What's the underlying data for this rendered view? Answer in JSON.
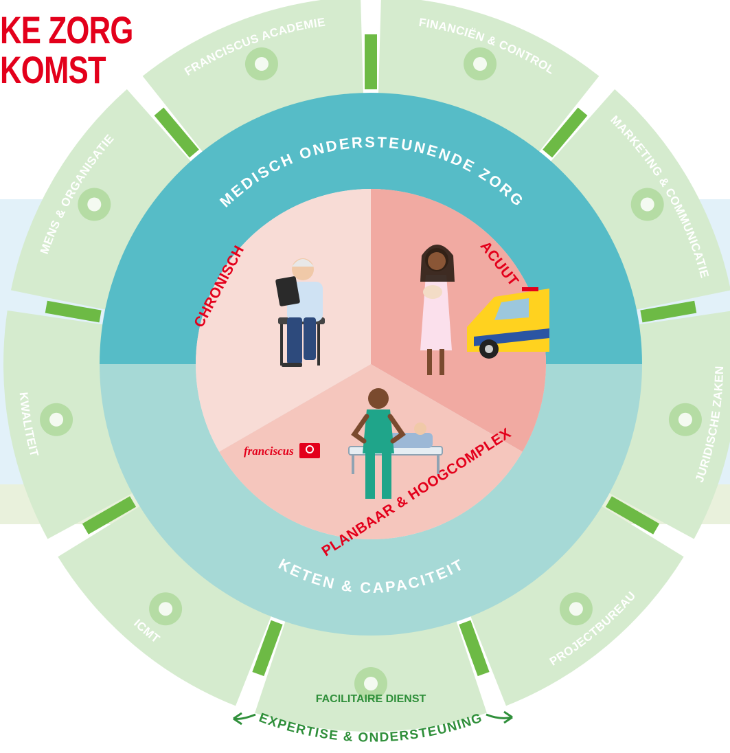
{
  "title": {
    "line1": "KE ZORG",
    "line2": "KOMST"
  },
  "segments": [
    {
      "id": "franciscus-academie",
      "label": "FRANCISCUS ACADEMIE",
      "icon": "graduation-cap-icon"
    },
    {
      "id": "financien-control",
      "label": "FINANCIËN & CONTROL",
      "icon": "finance-chart-icon"
    },
    {
      "id": "marketing-communicatie",
      "label": "MARKETING & COMMUNICATIE",
      "icon": "megaphone-icon"
    },
    {
      "id": "juridische-zaken",
      "label": "JURIDISCHE ZAKEN",
      "icon": "scales-icon"
    },
    {
      "id": "projectbureau",
      "label": "PROJECTBUREAU",
      "icon": "gear-bulb-icon"
    },
    {
      "id": "facilitaire-dienst",
      "label": "FACILITAIRE DIENST",
      "icon": "building-icon"
    },
    {
      "id": "icmt",
      "label": "ICMT",
      "icon": "circuit-gear-icon"
    },
    {
      "id": "kwaliteit",
      "label": "KWALITEIT",
      "icon": "magnifier-icon"
    },
    {
      "id": "mens-organisatie",
      "label": "MENS & ORGANISATIE",
      "icon": "people-network-icon"
    }
  ],
  "ring": {
    "top": "MEDISCH ONDERSTEUNENDE ZORG",
    "bottom": "KETEN & CAPACITEIT"
  },
  "core": {
    "chronic": "CHRONISCH",
    "acute": "ACUUT",
    "planned": "PLANBAAR & HOOGCOMPLEX"
  },
  "logo": "franciscus",
  "footer": "EXPERTISE & ONDERSTEUNING",
  "colors": {
    "outer": "#d5ebce",
    "separator": "#6dba45",
    "ring_top": "#56bcc7",
    "ring_bottom": "#a6d9d6",
    "core_left": "#f8dcd6",
    "core_right": "#f1aaa2",
    "core_bottom": "#f5c6bd",
    "accent": "#e3001b",
    "background_band": "#e2f1f9"
  }
}
